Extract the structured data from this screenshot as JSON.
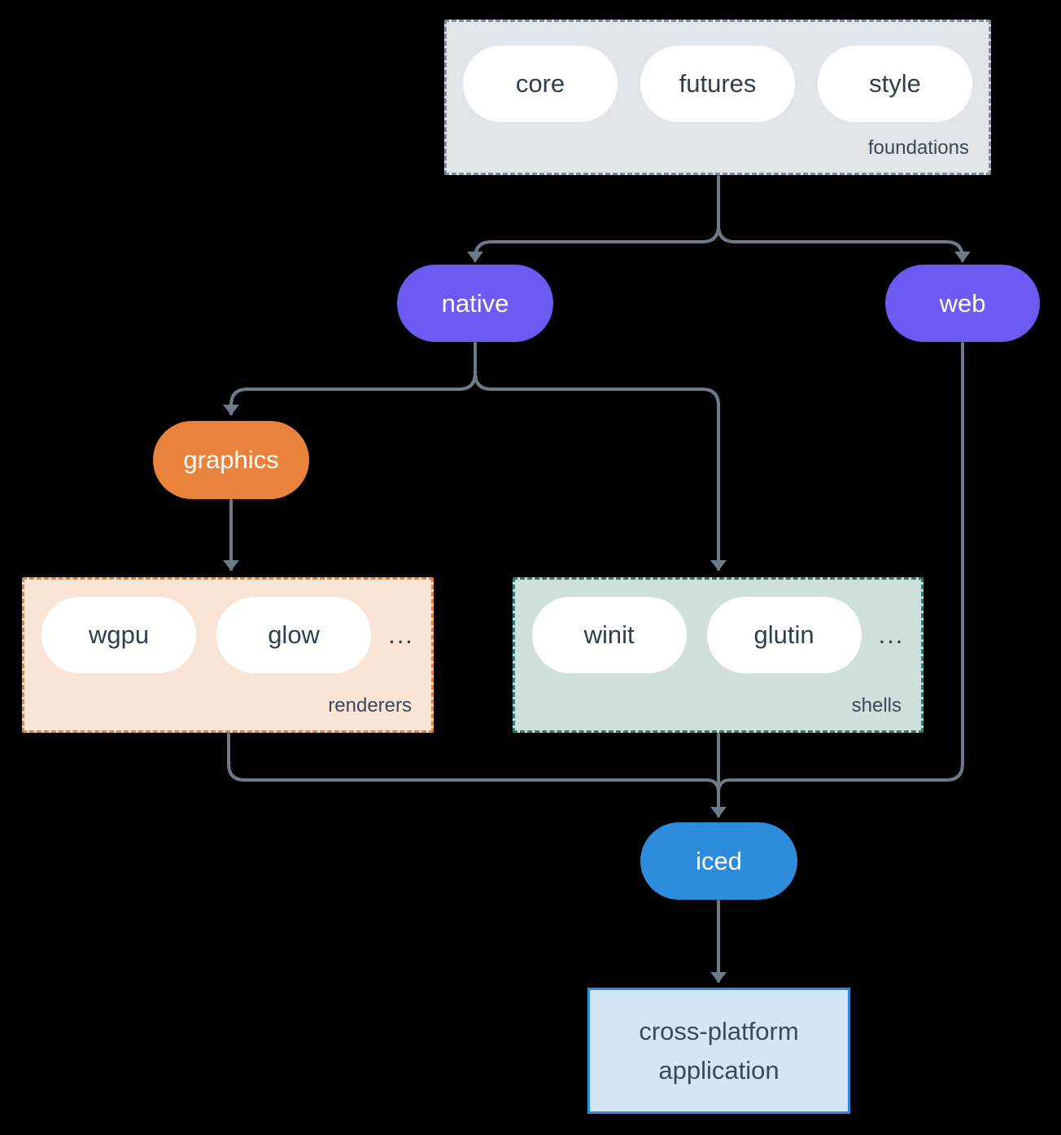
{
  "diagram": {
    "background": "#000000",
    "connector_color": "#6d7a88"
  },
  "foundations": {
    "label": "foundations",
    "pills": [
      "core",
      "futures",
      "style"
    ],
    "fill": "#e1e5e8",
    "border": "#7e8d9b"
  },
  "native": {
    "label": "native",
    "fill": "#6c5bf2"
  },
  "web": {
    "label": "web",
    "fill": "#6c5bf2"
  },
  "graphics": {
    "label": "graphics",
    "fill": "#e8823c"
  },
  "renderers": {
    "label": "renderers",
    "pills": [
      "wgpu",
      "glow"
    ],
    "ellipsis": "...",
    "fill": "#fae4d5",
    "border": "#e8823d"
  },
  "shells": {
    "label": "shells",
    "pills": [
      "winit",
      "glutin"
    ],
    "ellipsis": "...",
    "fill": "#cfe0da",
    "border": "#2e7d6f"
  },
  "iced": {
    "label": "iced",
    "fill": "#2f8bdc"
  },
  "application": {
    "label": "cross-platform application",
    "fill": "#d3e5f6",
    "border": "#2f8bdc"
  }
}
